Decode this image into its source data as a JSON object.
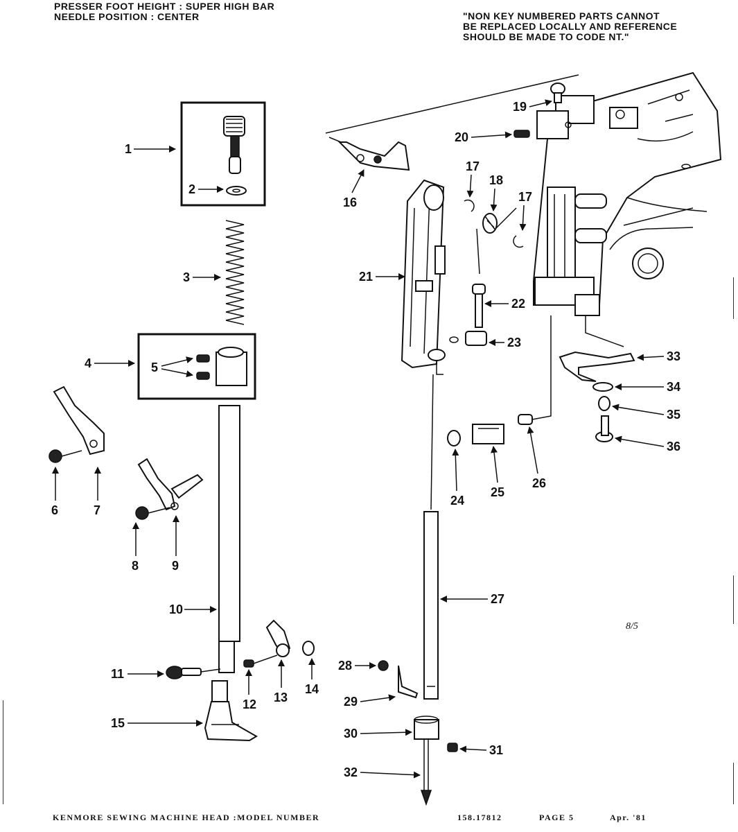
{
  "header": {
    "left_lines": [
      "PRESSER FOOT HEIGHT : SUPER HIGH BAR",
      "NEEDLE POSITION : CENTER"
    ],
    "right_lines": [
      "\"NON KEY NUMBERED PARTS CANNOT",
      "BE REPLACED LOCALLY AND REFERENCE",
      "SHOULD BE MADE TO CODE NT.\""
    ]
  },
  "page_mark": "8/5",
  "footer": {
    "title": "KENMORE  SEWING  MACHINE  HEAD  :MODEL  NUMBER",
    "model": "158.17812",
    "page": "PAGE  5",
    "date": "Apr. '81"
  },
  "callouts": [
    {
      "id": "c1",
      "label": "1"
    },
    {
      "id": "c2",
      "label": "2"
    },
    {
      "id": "c3",
      "label": "3"
    },
    {
      "id": "c4",
      "label": "4"
    },
    {
      "id": "c5",
      "label": "5"
    },
    {
      "id": "c6",
      "label": "6"
    },
    {
      "id": "c7",
      "label": "7"
    },
    {
      "id": "c8",
      "label": "8"
    },
    {
      "id": "c9",
      "label": "9"
    },
    {
      "id": "c10",
      "label": "10"
    },
    {
      "id": "c11",
      "label": "11"
    },
    {
      "id": "c12",
      "label": "12"
    },
    {
      "id": "c13",
      "label": "13"
    },
    {
      "id": "c14",
      "label": "14"
    },
    {
      "id": "c15",
      "label": "15"
    },
    {
      "id": "c16",
      "label": "16"
    },
    {
      "id": "c17a",
      "label": "17"
    },
    {
      "id": "c17b",
      "label": "17"
    },
    {
      "id": "c18",
      "label": "18"
    },
    {
      "id": "c19",
      "label": "19"
    },
    {
      "id": "c20",
      "label": "20"
    },
    {
      "id": "c21",
      "label": "21"
    },
    {
      "id": "c22",
      "label": "22"
    },
    {
      "id": "c23",
      "label": "23"
    },
    {
      "id": "c24",
      "label": "24"
    },
    {
      "id": "c25",
      "label": "25"
    },
    {
      "id": "c26",
      "label": "26"
    },
    {
      "id": "c27",
      "label": "27"
    },
    {
      "id": "c28",
      "label": "28"
    },
    {
      "id": "c29",
      "label": "29"
    },
    {
      "id": "c30",
      "label": "30"
    },
    {
      "id": "c31",
      "label": "31"
    },
    {
      "id": "c32",
      "label": "32"
    },
    {
      "id": "c33",
      "label": "33"
    },
    {
      "id": "c34",
      "label": "34"
    },
    {
      "id": "c35",
      "label": "35"
    },
    {
      "id": "c36",
      "label": "36"
    }
  ]
}
